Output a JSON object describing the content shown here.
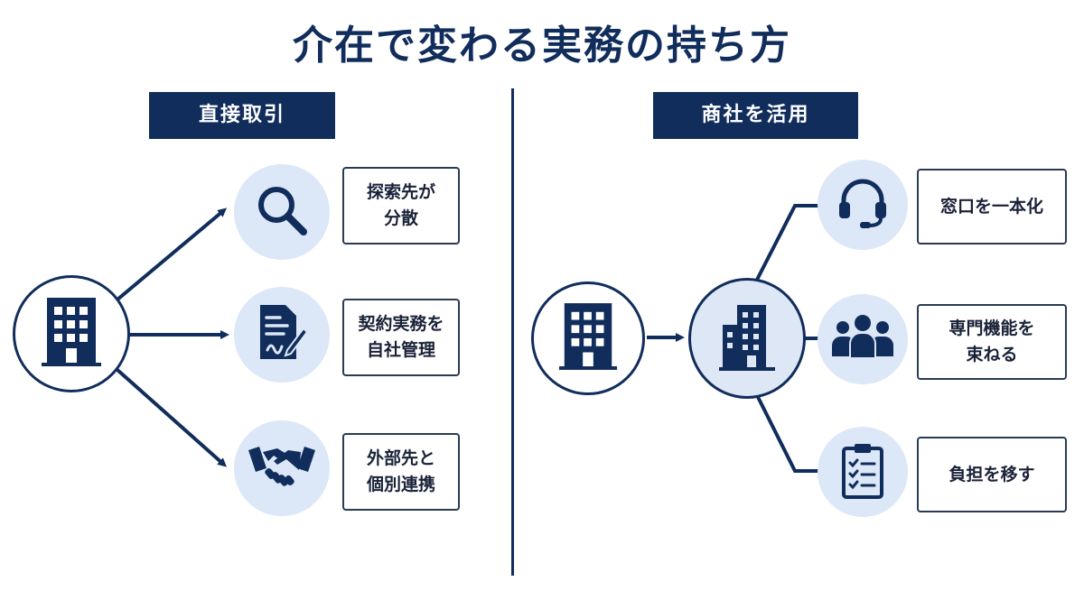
{
  "title": "介在で変わる実務の持ち方",
  "colors": {
    "navy": "#112d5c",
    "light_blue": "#dce7f7",
    "white": "#ffffff"
  },
  "left": {
    "label": "直接取引",
    "items": [
      {
        "icon": "magnifier-icon",
        "line1": "探索先が",
        "line2": "分散"
      },
      {
        "icon": "document-signature-icon",
        "line1": "契約実務を",
        "line2": "自社管理"
      },
      {
        "icon": "handshake-icon",
        "line1": "外部先と",
        "line2": "個別連携"
      }
    ]
  },
  "right": {
    "label": "商社を活用",
    "items": [
      {
        "icon": "headset-icon",
        "line1": "窓口を一本化",
        "line2": ""
      },
      {
        "icon": "team-icon",
        "line1": "専門機能を",
        "line2": "束ねる"
      },
      {
        "icon": "clipboard-checklist-icon",
        "line1": "負担を移す",
        "line2": ""
      }
    ]
  }
}
